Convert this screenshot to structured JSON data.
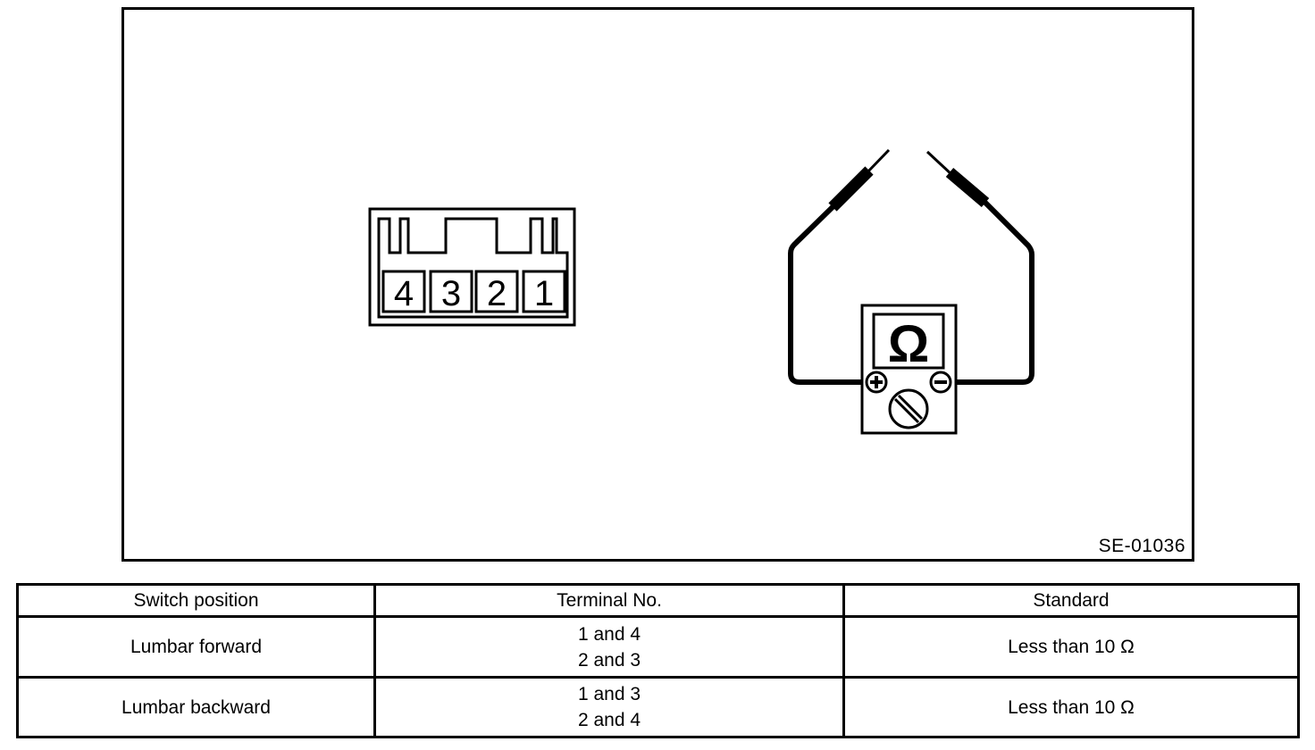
{
  "figure": {
    "code": "SE-01036",
    "connector_terminals": [
      "4",
      "3",
      "2",
      "1"
    ],
    "meter_symbol": "Ω"
  },
  "table": {
    "headers": [
      "Switch position",
      "Terminal No.",
      "Standard"
    ],
    "rows": [
      {
        "switch_position": "Lumbar forward",
        "terminal_pairs": [
          "1 and 4",
          "2 and 3"
        ],
        "standard": "Less than 10 Ω"
      },
      {
        "switch_position": "Lumbar backward",
        "terminal_pairs": [
          "1 and 3",
          "2 and 4"
        ],
        "standard": "Less than 10 Ω"
      }
    ]
  }
}
